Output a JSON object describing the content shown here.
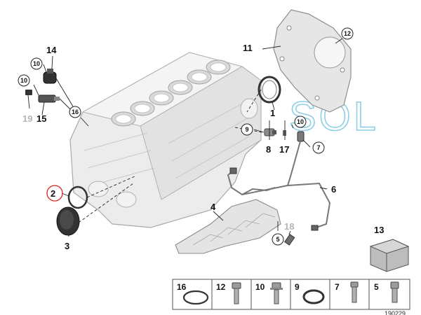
{
  "callouts": {
    "c1": "1",
    "c2": "2",
    "c3": "3",
    "c4": "4",
    "c5": "5",
    "c6": "6",
    "c7": "7",
    "c8": "8",
    "c9": "9",
    "c10a": "10",
    "c10b": "10",
    "c10c": "10",
    "c11": "11",
    "c12": "12",
    "c13": "13",
    "c14": "14",
    "c15": "15",
    "c16": "16",
    "c17": "17",
    "c18": "18",
    "c19": "19"
  },
  "legend": {
    "items": [
      "16",
      "12",
      "10",
      "9",
      "7",
      "5"
    ]
  },
  "watermark": "SOL",
  "diagram_ref": "190229",
  "colors": {
    "part_fill": "#e9e9e9",
    "part_stroke": "#9a9a9a",
    "highlight_ring": "#d9251d",
    "watermark": "#8fd0e6"
  }
}
